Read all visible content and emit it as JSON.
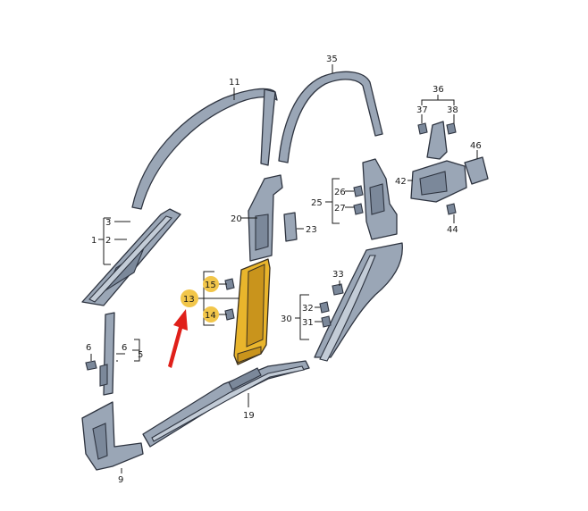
{
  "diagram": {
    "labels": {
      "l1": "1",
      "l2": "2",
      "l3": "3",
      "l5": "5",
      "l6a": "6",
      "l6b": "6",
      "l9": "9",
      "l11": "11",
      "l13": "13",
      "l14": "14",
      "l15": "15",
      "l19": "19",
      "l20": "20",
      "l23": "23",
      "l25": "25",
      "l26": "26",
      "l27": "27",
      "l30": "30",
      "l31": "31",
      "l32": "32",
      "l33": "33",
      "l35": "35",
      "l36": "36",
      "l37": "37",
      "l38": "38",
      "l42": "42",
      "l44": "44",
      "l46": "46"
    },
    "colors": {
      "part": "#9aa6b6",
      "highlight": "#e9b52c",
      "arrow": "#e0201a"
    }
  }
}
